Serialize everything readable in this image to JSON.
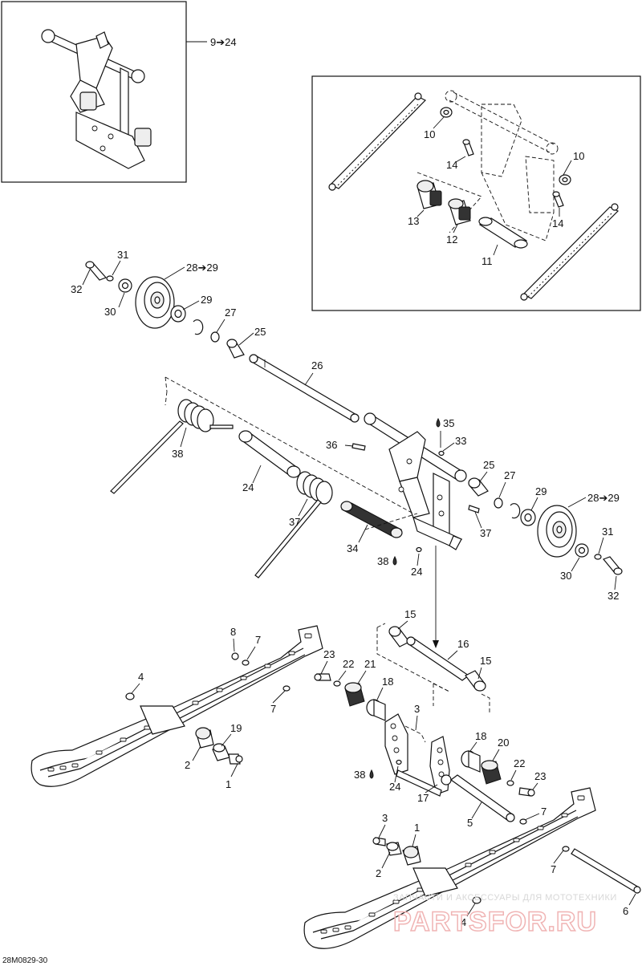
{
  "diagram": {
    "callouts": [
      {
        "id": "c-9-24",
        "text": "9➔24"
      },
      {
        "id": "c-10a",
        "text": "10"
      },
      {
        "id": "c-10b",
        "text": "10"
      },
      {
        "id": "c-14a",
        "text": "14"
      },
      {
        "id": "c-14b",
        "text": "14"
      },
      {
        "id": "c-13",
        "text": "13"
      },
      {
        "id": "c-12",
        "text": "12"
      },
      {
        "id": "c-11",
        "text": "11"
      },
      {
        "id": "c-31a",
        "text": "31"
      },
      {
        "id": "c-32a",
        "text": "32"
      },
      {
        "id": "c-28-29a",
        "text": "28➔29"
      },
      {
        "id": "c-30a",
        "text": "30"
      },
      {
        "id": "c-29a",
        "text": "29"
      },
      {
        "id": "c-27a",
        "text": "27"
      },
      {
        "id": "c-25a",
        "text": "25"
      },
      {
        "id": "c-26",
        "text": "26"
      },
      {
        "id": "c-38a",
        "text": "38"
      },
      {
        "id": "c-24a",
        "text": "24"
      },
      {
        "id": "c-37a",
        "text": "37"
      },
      {
        "id": "c-34",
        "text": "34"
      },
      {
        "id": "c-35",
        "text": "35"
      },
      {
        "id": "c-33",
        "text": "33"
      },
      {
        "id": "c-36",
        "text": "36"
      },
      {
        "id": "c-25b",
        "text": "25"
      },
      {
        "id": "c-27b",
        "text": "27"
      },
      {
        "id": "c-29b",
        "text": "29"
      },
      {
        "id": "c-28-29b",
        "text": "28➔29"
      },
      {
        "id": "c-37b",
        "text": "37"
      },
      {
        "id": "c-31b",
        "text": "31"
      },
      {
        "id": "c-30b",
        "text": "30"
      },
      {
        "id": "c-32b",
        "text": "32"
      },
      {
        "id": "c-38b",
        "text": "38"
      },
      {
        "id": "c-24b",
        "text": "24"
      },
      {
        "id": "c-15a",
        "text": "15"
      },
      {
        "id": "c-16",
        "text": "16"
      },
      {
        "id": "c-15b",
        "text": "15"
      },
      {
        "id": "c-8",
        "text": "8"
      },
      {
        "id": "c-7a",
        "text": "7"
      },
      {
        "id": "c-4a",
        "text": "4"
      },
      {
        "id": "c-7b",
        "text": "7"
      },
      {
        "id": "c-23a",
        "text": "23"
      },
      {
        "id": "c-22a",
        "text": "22"
      },
      {
        "id": "c-21",
        "text": "21"
      },
      {
        "id": "c-18a",
        "text": "18"
      },
      {
        "id": "c-19",
        "text": "19"
      },
      {
        "id": "c-2a",
        "text": "2"
      },
      {
        "id": "c-1a",
        "text": "1"
      },
      {
        "id": "c-3a",
        "text": "3"
      },
      {
        "id": "c-18b",
        "text": "18"
      },
      {
        "id": "c-20",
        "text": "20"
      },
      {
        "id": "c-38c",
        "text": "38"
      },
      {
        "id": "c-24c",
        "text": "24"
      },
      {
        "id": "c-17",
        "text": "17"
      },
      {
        "id": "c-22b",
        "text": "22"
      },
      {
        "id": "c-23b",
        "text": "23"
      },
      {
        "id": "c-5",
        "text": "5"
      },
      {
        "id": "c-7c",
        "text": "7"
      },
      {
        "id": "c-3b",
        "text": "3"
      },
      {
        "id": "c-1b",
        "text": "1"
      },
      {
        "id": "c-2b",
        "text": "2"
      },
      {
        "id": "c-7d",
        "text": "7"
      },
      {
        "id": "c-4b",
        "text": "4"
      },
      {
        "id": "c-6",
        "text": "6"
      }
    ],
    "drawing_code": "28M0829-30",
    "watermark_text": "ЗАПЧАСТИ И АКСЕССУАРЫ ДЛЯ МОТОТЕХНИКИ",
    "watermark_logo": "PARTSFOR.RU"
  },
  "colors": {
    "line": "#111111",
    "background": "#ffffff",
    "watermark": "#f0b4b4"
  }
}
